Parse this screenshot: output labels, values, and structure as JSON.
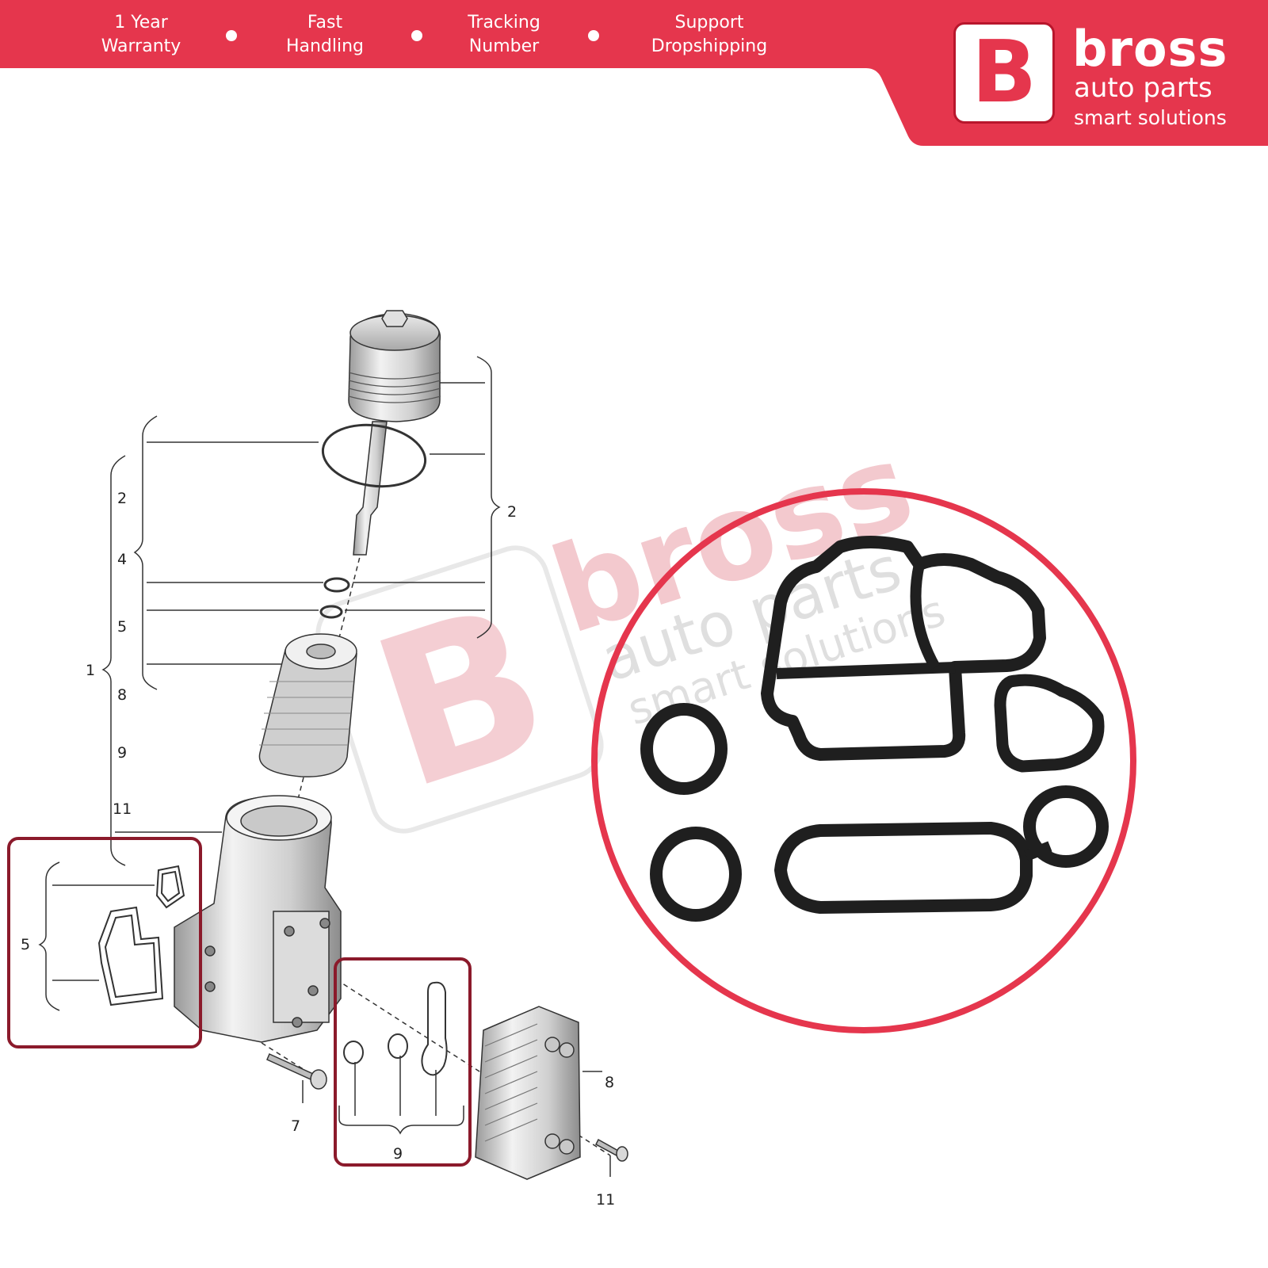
{
  "banner": {
    "features": [
      {
        "line1": "1 Year",
        "line2": "Warranty"
      },
      {
        "line1": "Fast",
        "line2": "Handling"
      },
      {
        "line1": "Tracking",
        "line2": "Number"
      },
      {
        "line1": "Support",
        "line2": "Dropshipping"
      }
    ],
    "brand": {
      "letter": "B",
      "name": "bross",
      "line2": "auto parts",
      "line3": "smart solutions"
    },
    "color": "#e5364d"
  },
  "watermark": {
    "letter": "B",
    "name": "bross",
    "line2": "auto parts",
    "line3": "smart solutions"
  },
  "diagram": {
    "labels": {
      "l1": "1",
      "l2_left": "2",
      "l2_right": "2",
      "l4": "4",
      "l5_top": "5",
      "l8_left": "8",
      "l9_left": "9",
      "l11_left": "11",
      "l5_box": "5",
      "l7": "7",
      "l9_box": "9",
      "l8_right": "8",
      "l11_bottom": "11"
    },
    "highlight_box_color": "#8b1a2b",
    "highlight_circle_color": "#e5364d"
  },
  "icons": {
    "oil_filter_cap": "oil-filter-cap-icon",
    "oil_filter": "oil-filter-cartridge-icon",
    "filter_housing": "oil-filter-housing-icon",
    "oil_cooler": "oil-cooler-icon",
    "gasket_set": "gasket-set-photo"
  }
}
